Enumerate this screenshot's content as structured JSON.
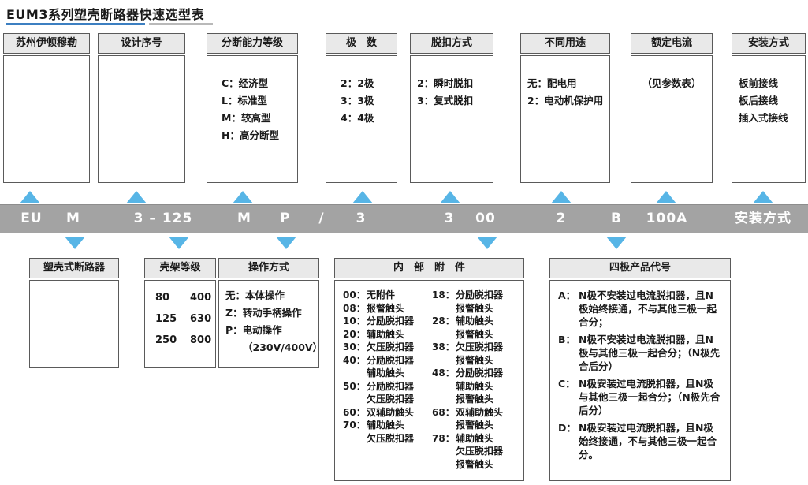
{
  "page_title": "EUM3系列塑壳断路器快速选型表",
  "top_boxes": [
    {
      "header": "苏州伊顿穆勒",
      "lines": []
    },
    {
      "header": "设计序号",
      "lines": []
    },
    {
      "header": "分断能力等级",
      "lines": [
        "C：经济型",
        "L：标准型",
        "M：较高型",
        "H：高分断型"
      ]
    },
    {
      "header": "极　数",
      "lines": [
        "2：2极",
        "3：3极",
        "4：4极"
      ]
    },
    {
      "header": "脱扣方式",
      "lines": [
        "2：瞬时脱扣",
        "3：复式脱扣"
      ]
    },
    {
      "header": "不同用途",
      "lines": [
        "无：配电用",
        "2：电动机保护用"
      ]
    },
    {
      "header": "额定电流",
      "lines": [
        "（见参数表）"
      ]
    },
    {
      "header": "安装方式",
      "lines": [
        "板前接线",
        "板后接线",
        "插入式接线"
      ]
    }
  ],
  "code_bar": {
    "items": [
      "EU",
      "M",
      "3 – 125",
      "M",
      "P",
      "/",
      "3",
      "3",
      "00",
      "2",
      "B",
      "100A",
      "安装方式"
    ]
  },
  "bottom_boxes": {
    "mccb": {
      "header": "塑壳式断路器"
    },
    "frame": {
      "header": "壳架等级",
      "col1": [
        "80",
        "125",
        "250"
      ],
      "col2": [
        "400",
        "630",
        "800"
      ]
    },
    "operation": {
      "header": "操作方式",
      "lines": [
        "无：本体操作",
        "Z：转动手柄操作",
        "P：电动操作",
        "（230V/400V）"
      ]
    },
    "accessories": {
      "header": "内　部　附　件",
      "left": [
        {
          "c": "00：",
          "t": "无附件"
        },
        {
          "c": "08：",
          "t": "报警触头"
        },
        {
          "c": "10：",
          "t": "分励脱扣器"
        },
        {
          "c": "20：",
          "t": "辅助触头"
        },
        {
          "c": "30：",
          "t": "欠压脱扣器"
        },
        {
          "c": "40：",
          "t": "分励脱扣器"
        },
        {
          "c": "",
          "t": "辅助触头"
        },
        {
          "c": "50：",
          "t": "分励脱扣器"
        },
        {
          "c": "",
          "t": "欠压脱扣器"
        },
        {
          "c": "60：",
          "t": "双辅助触头"
        },
        {
          "c": "70：",
          "t": "辅助触头"
        },
        {
          "c": "",
          "t": "欠压脱扣器"
        }
      ],
      "right": [
        {
          "c": "18：",
          "t": "分励脱扣器"
        },
        {
          "c": "",
          "t": "报警触头"
        },
        {
          "c": "28：",
          "t": "辅助触头"
        },
        {
          "c": "",
          "t": "报警触头"
        },
        {
          "c": "38：",
          "t": "欠压脱扣器"
        },
        {
          "c": "",
          "t": "报警触头"
        },
        {
          "c": "48：",
          "t": "分励脱扣器"
        },
        {
          "c": "",
          "t": "辅助触头"
        },
        {
          "c": "",
          "t": "报警触头"
        },
        {
          "c": "68：",
          "t": "双辅助触头"
        },
        {
          "c": "",
          "t": "报警触头"
        },
        {
          "c": "78：",
          "t": "辅助触头"
        },
        {
          "c": "",
          "t": "欠压脱扣器"
        },
        {
          "c": "",
          "t": "报警触头"
        }
      ]
    },
    "four_pole": {
      "header": "四极产品代号",
      "items": [
        {
          "code": "A：",
          "text": "N极不安装过电流脱扣器，且N极始终接通，不与其他三极一起合分；"
        },
        {
          "code": "B：",
          "text": "N极不安装过电流脱扣器，且N极与其他三极一起合分；（N极先合后分）"
        },
        {
          "code": "C：",
          "text": "N极安装过电流脱扣器，且N极与其他三极一起合分；（N极先合后分）"
        },
        {
          "code": "D：",
          "text": "N极安装过电流脱扣器，且N极始终接通，不与其他三极一起合分。"
        }
      ]
    }
  },
  "colors": {
    "triangle_blue": "#57b5e6",
    "bar_gray": "#a3a3a3",
    "header_gray": "#e9e9e9",
    "underline_blue": "#3c7fc1",
    "underline_gray": "#b9b9b9"
  }
}
